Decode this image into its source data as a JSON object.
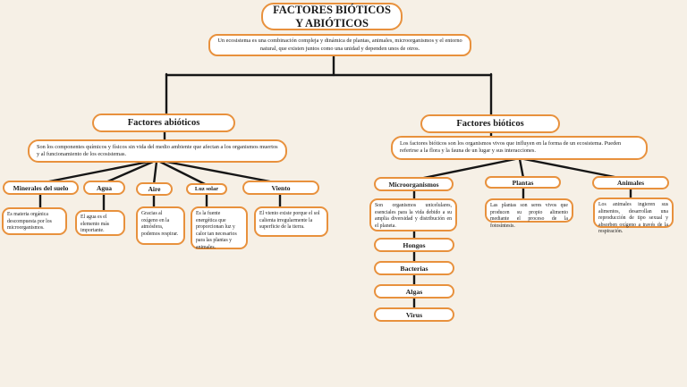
{
  "title": "FACTORES BIÓTICOS Y ABIÓTICOS",
  "definition": "Un ecosistema es una combinación compleja y dinámica de plantas, animales, microorganismos y el entorno natural, que existen juntos como una unidad y dependen unos de otros.",
  "abiotic": {
    "label": "Factores abióticos",
    "description": "Son los componentes químicos y físicos sin vida del medio ambiente que afectan a los organismos muertos y al funcionamiento de los ecosistemas.",
    "children": [
      {
        "label": "Minerales del suelo",
        "description": "Es materia orgánica descompuesta por los microorganismos."
      },
      {
        "label": "Agua",
        "description": "El agua es el elemento más importante."
      },
      {
        "label": "Aire",
        "description": "Gracias al oxígeno en la atmósfera, podemos respirar."
      },
      {
        "label": "Luz solar",
        "description": "Es la fuente energética que proporcionan luz y calor tan necesarios para las plantas y animales."
      },
      {
        "label": "Viento",
        "description": "El viento existe porque el sol calienta irregularmente la superficie de la tierra."
      }
    ]
  },
  "biotic": {
    "label": "Factores bióticos",
    "description": "Los factores bióticos son los organismos vivos que influyen en la forma de un ecosistema. Pueden referirse a la flora y la fauna de un lugar y sus interacciones.",
    "children": [
      {
        "label": "Microorganismos",
        "description": "Son organismos unicelulares, esenciales para la vida debido a su amplia diversidad y distribución en el planeta.",
        "subitems": [
          "Hongos",
          "Bacterias",
          "Algas",
          "Virus"
        ]
      },
      {
        "label": "Plantas",
        "description": "Las plantas son seres vivos que producen su propio alimento mediante el proceso de la fotosíntesis."
      },
      {
        "label": "Animales",
        "description": "Los animales ingieren sus alimentos, desarrollan una reproducción de tipo sexual y absorben oxígeno a través de la respiración."
      }
    ]
  },
  "colors": {
    "box_border": "#e8913d",
    "box_fill": "#ffffff",
    "background": "#f6f0e6",
    "connector": "#161616"
  }
}
